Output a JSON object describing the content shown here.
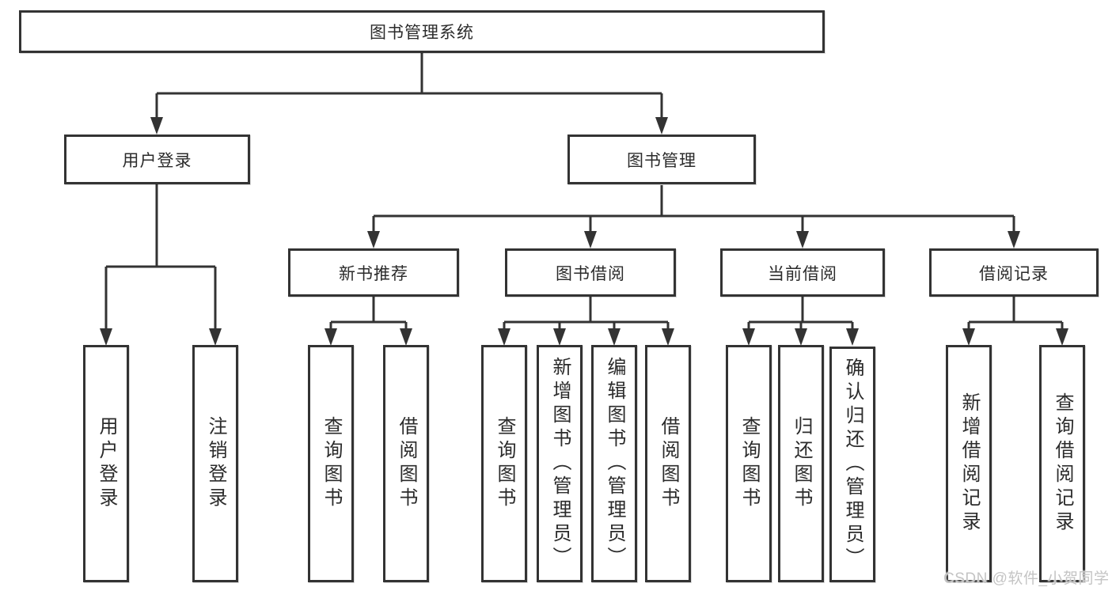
{
  "tree": {
    "root": {
      "label": "图书管理系统",
      "children": [
        {
          "label": "用户登录",
          "children": [
            {
              "label": "用户登录"
            },
            {
              "label": "注销登录"
            }
          ]
        },
        {
          "label": "图书管理",
          "children": [
            {
              "label": "新书推荐",
              "children": [
                {
                  "label": "查询图书"
                },
                {
                  "label": "借阅图书"
                }
              ]
            },
            {
              "label": "图书借阅",
              "children": [
                {
                  "label": "查询图书"
                },
                {
                  "label": "新增图书（管理员）"
                },
                {
                  "label": "编辑图书（管理员）"
                },
                {
                  "label": "借阅图书"
                }
              ]
            },
            {
              "label": "当前借阅",
              "children": [
                {
                  "label": "查询图书"
                },
                {
                  "label": "归还图书"
                },
                {
                  "label": "确认归还（管理员）"
                }
              ]
            },
            {
              "label": "借阅记录",
              "children": [
                {
                  "label": "新增借阅记录"
                },
                {
                  "label": "查询借阅记录"
                }
              ]
            }
          ]
        }
      ]
    }
  },
  "watermark": {
    "text": "CSDN @软件_小贺同学"
  },
  "colors": {
    "line": "#333333",
    "box_border": "#333333",
    "text": "#2b2b2b",
    "background": "#ffffff",
    "watermark": "#c4c4c4"
  }
}
